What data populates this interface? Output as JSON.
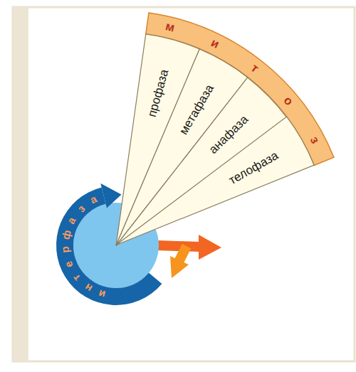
{
  "diagram": {
    "nodes": [
      {
        "text": [
          "интерфаза"
        ]
      },
      {
        "text": [
          "митоз"
        ]
      },
      {
        "text": [
          "профаза"
        ],
        "in": 1
      },
      {
        "text": [
          "метафаза"
        ],
        "in": 1
      },
      {
        "text": [
          "анафаза"
        ],
        "in": 1
      },
      {
        "text": [
          "телофаза"
        ],
        "in": 1
      }
    ]
  }
}
